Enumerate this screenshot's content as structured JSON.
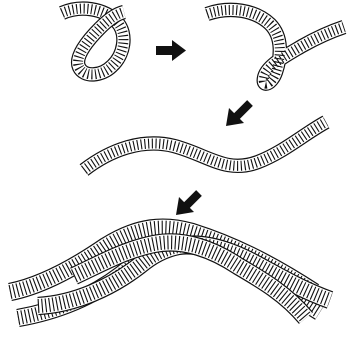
{
  "steps": [
    {
      "id": "coiled-loop",
      "kind": "rope-loop"
    },
    {
      "id": "hooked-curve",
      "kind": "rope-curve"
    },
    {
      "id": "wavy-strand",
      "kind": "rope-wave"
    },
    {
      "id": "braided-mound",
      "kind": "rope-braid"
    }
  ],
  "arrows": [
    {
      "from": "coiled-loop",
      "to": "hooked-curve",
      "direction": "right"
    },
    {
      "from": "hooked-curve",
      "to": "wavy-strand",
      "direction": "down-left"
    },
    {
      "from": "wavy-strand",
      "to": "braided-mound",
      "direction": "down-left"
    }
  ],
  "colors": {
    "ink": "#111111",
    "fill": "#ffffff"
  }
}
